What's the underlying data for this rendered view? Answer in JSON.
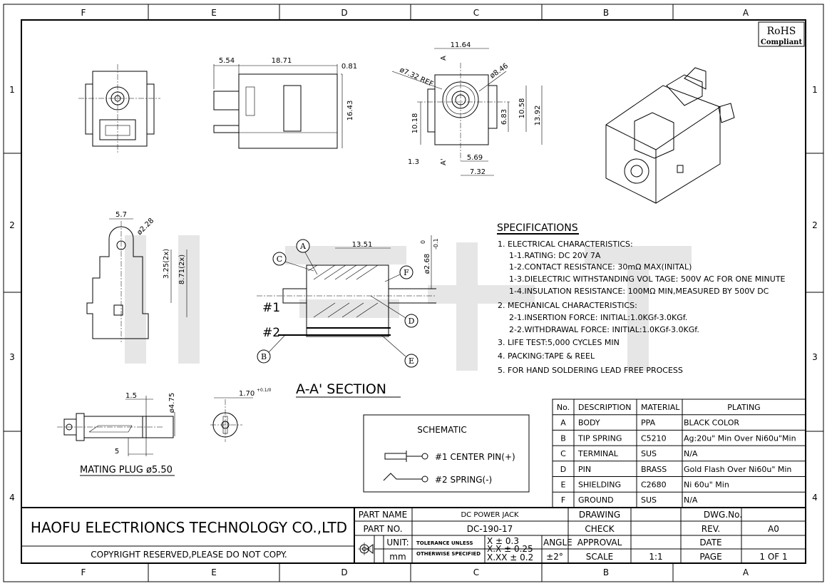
{
  "grid": {
    "columns": [
      "F",
      "E",
      "D",
      "C",
      "B",
      "A"
    ],
    "rows": [
      "1",
      "2",
      "3",
      "4"
    ]
  },
  "watermark": "皓富电子",
  "rohs": {
    "line1": "RoHS",
    "line2": "Compliant"
  },
  "dimensions": {
    "side": {
      "d1": "5.54",
      "d2": "18.71",
      "d3": "0.81",
      "d4": "16.43"
    },
    "front": {
      "width": "11.64",
      "ref": "ø7.32 REF",
      "dia": "ø8.46",
      "h1": "10.18",
      "h2": "6.83",
      "h3": "10.58",
      "h4": "13.92",
      "b1": "1.3",
      "b2": "5.69",
      "b3": "7.32",
      "sec_a": "A",
      "sec_a2": "A'"
    },
    "pin_view": {
      "w": "5.7",
      "dia": "ø2.28",
      "h1": "3.25(2x)",
      "h2": "8.71(2x)"
    },
    "section": {
      "len": "13.51",
      "pin_dia": "ø2.68",
      "tol_top": "0",
      "tol_bot": "-0.1",
      "title": "A-A' SECTION",
      "pin1": "#1",
      "pin2": "#2"
    },
    "plug": {
      "d1": "1.5",
      "d2": "ø4.75",
      "d3": "5",
      "d4": "1.70",
      "d4_tol": "+0.1/0",
      "title": "MATING PLUG ø5.50"
    }
  },
  "balloons": [
    "A",
    "B",
    "C",
    "D",
    "E",
    "F"
  ],
  "specifications": {
    "title": "SPECIFICATIONS",
    "lines": [
      "1. ELECTRICAL CHARACTERISTICS:",
      "1-1.RATING: DC 20V 7A",
      "1-2.CONTACT RESISTANCE: 30mΩ MAX(INITAL)",
      "1-3.DIELECTRIC WITHSTANDING VOL TAGE: 500V AC FOR ONE MINUTE",
      "1-4.INSULATION RESISTANCE: 100MΩ  MIN,MEASURED BY 500V DC",
      "2. MECHANICAL CHARACTERISTICS:",
      "2-1.INSERTION FORCE: INITIAL:1.0KGf-3.0KGf.",
      "2-2.WITHDRAWAL FORCE: INITIAL:1.0KGf-3.0KGf.",
      "3. LIFE TEST:5,000 CYCLES MIN",
      "4. PACKING:TAPE & REEL",
      "5. FOR HAND SOLDERING LEAD FREE PROCESS"
    ]
  },
  "schematic": {
    "title": "SCHEMATIC",
    "pin1": "#1 CENTER PIN(+)",
    "pin2": "#2 SPRING(-)"
  },
  "materials": {
    "headers": [
      "No.",
      "DESCRIPTION",
      "MATERIAL",
      "PLATING"
    ],
    "rows": [
      [
        "A",
        "BODY",
        "PPA",
        "BLACK COLOR"
      ],
      [
        "B",
        "TIP SPRING",
        "C5210",
        "Ag:20u\" Min Over Ni60u\"Min"
      ],
      [
        "C",
        "TERMINAL",
        "SUS",
        "N/A"
      ],
      [
        "D",
        "PIN",
        "BRASS",
        "Gold Flash Over Ni60u\" Min"
      ],
      [
        "E",
        "SHIELDING",
        "C2680",
        "Ni 60u\" Min"
      ],
      [
        "F",
        "GROUND",
        "SUS",
        "N/A"
      ]
    ]
  },
  "title_block": {
    "company": "HAOFU ELECTRIONCS TECHNOLOGY CO.,LTD",
    "copyright": "COPYRIGHT RESERVED,PLEASE DO NOT COPY.",
    "part_name_label": "PART NAME",
    "part_name": "DC POWER JACK",
    "part_no_label": "PART NO.",
    "part_no": "DC-190-17",
    "unit_label": "UNIT:",
    "unit": "mm",
    "tol_label1": "TOLERANCE UNLESS",
    "tol_label2": "OTHERWISE SPECIFIED",
    "tol1": "X ± 0.3",
    "tol2": "X.X ± 0.25",
    "tol3": "X.XX ± 0.2",
    "angle_label": "ANGLE",
    "angle": "±2°",
    "drawing_label": "DRAWING",
    "check_label": "CHECK",
    "approval_label": "APPROVAL",
    "scale_label": "SCALE",
    "scale": "1:1",
    "dwg_no_label": "DWG.No.",
    "rev_label": "REV.",
    "rev": "A0",
    "date_label": "DATE",
    "page_label": "PAGE",
    "page": "1 OF 1"
  }
}
